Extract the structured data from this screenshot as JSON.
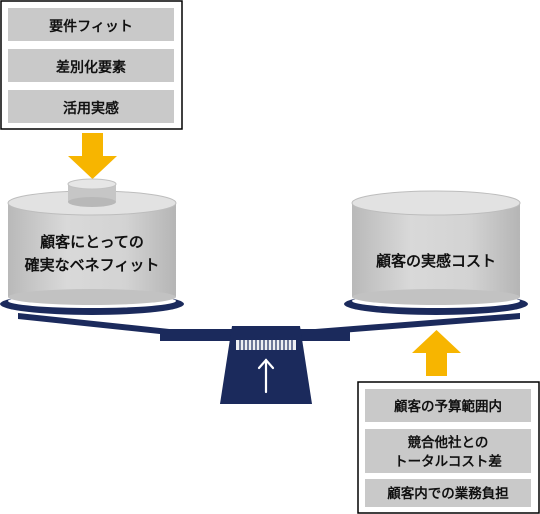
{
  "left_box": {
    "items": [
      "要件フィット",
      "差別化要素",
      "活用実感"
    ]
  },
  "left_weight": {
    "line1": "顧客にとっての",
    "line2": "確実なベネフィット"
  },
  "right_weight": {
    "label": "顧客の実感コスト"
  },
  "right_box": {
    "item1": "顧客の予算範囲内",
    "item2_line1": "競合他社との",
    "item2_line2": "トータルコスト差",
    "item3": "顧客内での業務負担"
  },
  "colors": {
    "arrow": "#f7b500",
    "scale_navy": "#1b2a5c",
    "weight_gray": "#cfcfcf",
    "box_cell": "#c9c9c9"
  },
  "icons": {
    "pivot": "up-arrow-icon"
  }
}
